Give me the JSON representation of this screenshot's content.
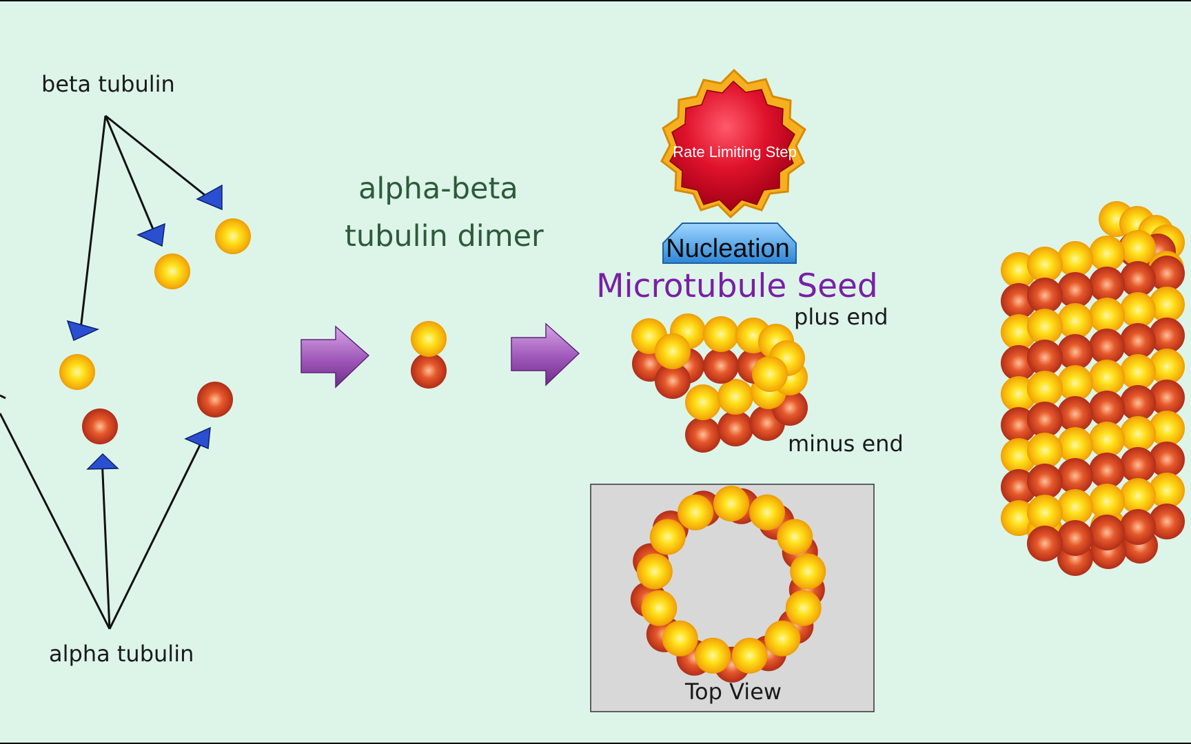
{
  "labels": {
    "beta_tubulin": "beta tubulin",
    "alpha_tubulin": "alpha tubulin",
    "dimer_line1": "alpha-beta",
    "dimer_line2": "tubulin dimer",
    "badge": "Rate Limiting Step",
    "nucleation": "Nucleation",
    "seed": "Microtubule Seed",
    "plus_end": "plus end",
    "minus_end": "minus end",
    "top_view": "Top View"
  },
  "colors": {
    "background": "#dcf5e8",
    "beta_tubulin": "#ffd21a",
    "alpha_tubulin": "#d9502a",
    "arrowhead": "#2a4fd0",
    "process_arrow": "#9a55b5",
    "badge_red": "#d8102a",
    "badge_rim": "#f5a81a",
    "nucleation_plate": "#4aa6e6",
    "inset_bg": "#d8d8d8"
  }
}
